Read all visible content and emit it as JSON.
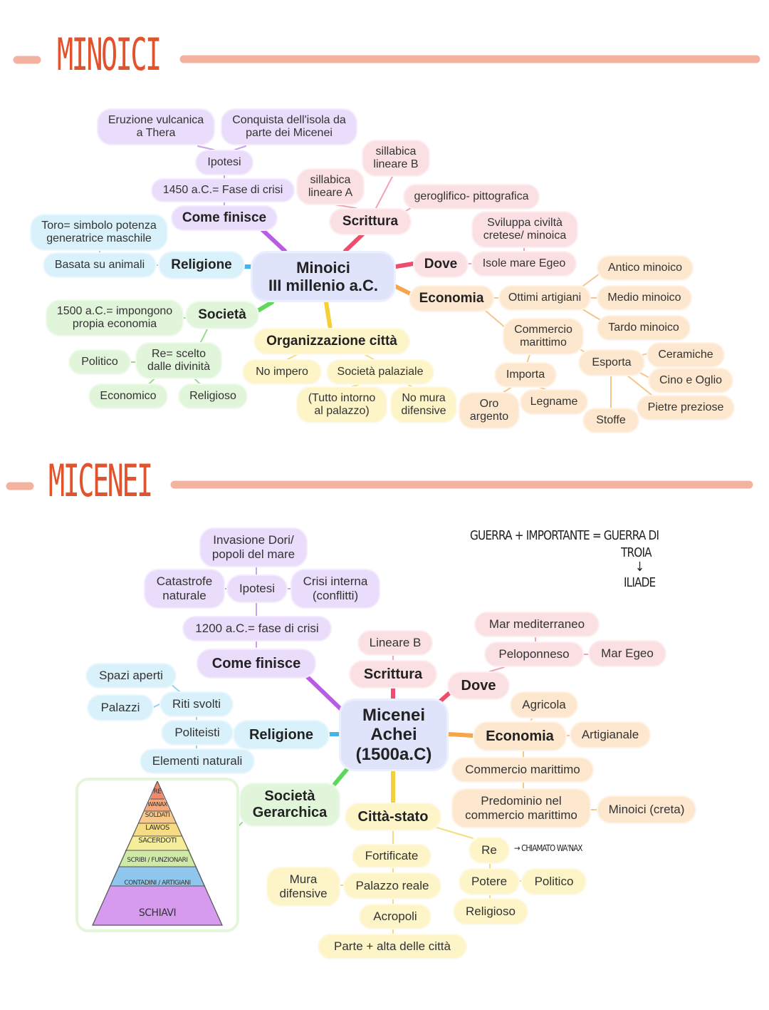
{
  "minoici": {
    "title": "MINOICI",
    "center": "Minoici\nIII millenio a.C.",
    "come_finisce": "Come finisce",
    "fase_crisi": "1450 a.C.= Fase di crisi",
    "ipotesi": "Ipotesi",
    "eruzione": "Eruzione vulcanica\na Thera",
    "conquista": "Conquista dell'isola da\nparte dei Micenei",
    "scrittura": "Scrittura",
    "lineare_a": "sillabica\nlineare A",
    "lineare_b": "sillabica\nlineare B",
    "geroglifico": "geroglifico- pittografica",
    "religione": "Religione",
    "toro": "Toro= simbolo potenza\ngeneratrice maschile",
    "animali": "Basata su animali",
    "societa": "Società",
    "economia_1500": "1500 a.C.= impongono\npropia economia",
    "re_scelto": "Re= scelto\ndalle divinità",
    "politico": "Politico",
    "economico": "Economico",
    "religioso": "Religioso",
    "organizzazione": "Organizzazione città",
    "no_impero": "No impero",
    "societa_palaziale": "Società palaziale",
    "tutto_intorno": "(Tutto intorno\nal palazzo)",
    "no_mura": "No mura\ndifensive",
    "dove": "Dove",
    "sviluppo": "Sviluppa civiltà\ncretese/ minoica",
    "isole": "Isole mare Egeo",
    "economia": "Economia",
    "ottimi": "Ottimi artigiani",
    "antico": "Antico minoico",
    "medio": "Medio minoico",
    "tardo": "Tardo minoico",
    "commercio": "Commercio\nmarittimo",
    "importa": "Importa",
    "oro": "Oro\nargento",
    "legname": "Legname",
    "esporta": "Esporta",
    "ceramiche": "Ceramiche",
    "cino": "Cino e Oglio",
    "pietre": "Pietre preziose",
    "stoffe": "Stoffe"
  },
  "micenei": {
    "title": "MICENEI",
    "center": "Micenei\nAchei\n(1500a.C)",
    "invasione": "Invasione Dori/\npopoli del mare",
    "catastrofe": "Catastrofe\nnaturale",
    "ipotesi": "Ipotesi",
    "crisi_interna": "Crisi interna\n(conflitti)",
    "fase_crisi": "1200 a.C.= fase di crisi",
    "come_finisce": "Come finisce",
    "lineare_b": "Lineare B",
    "scrittura": "Scrittura",
    "mar_mediterraneo": "Mar mediterraneo",
    "peloponneso": "Peloponneso",
    "mar_egeo": "Mar Egeo",
    "dove": "Dove",
    "agricola": "Agricola",
    "artigianale": "Artigianale",
    "economia": "Economia",
    "commercio": "Commercio marittimo",
    "predominio": "Predominio nel\ncommercio marittimo",
    "minoici_creta": "Minoici (creta)",
    "spazi": "Spazi aperti",
    "palazzi": "Palazzi",
    "riti": "Riti svolti",
    "politeisti": "Politeisti",
    "religione": "Religione",
    "elementi": "Elementi naturali",
    "societa": "Società\nGerarchica",
    "citta_stato": "Città-stato",
    "re": "Re",
    "wanax": "→ CHIAMATO WA'NAX",
    "potere": "Potere",
    "politico": "Politico",
    "religioso": "Religioso",
    "fortificate": "Fortificate",
    "palazzo_reale": "Palazzo reale",
    "mura": "Mura\ndifensive",
    "acropoli": "Acropoli",
    "parte_alta": "Parte + alta delle città",
    "note_line1": "GUERRA + IMPORTANTE = GUERRA DI",
    "note_line2": "TROIA",
    "note_arrow": "↓",
    "note_line3": "ILIADE",
    "pyramid": {
      "re": "RE",
      "wanax": "WANAX",
      "soldati": "SOLDATI",
      "lawos": "LAWOS",
      "sacerdoti": "SACERDOTI",
      "scribi": "SCRIBI / FUNZIONARI",
      "contadini": "CONTADINI / ARTIGIANI",
      "schiavi": "SCHIAVI"
    }
  },
  "colors": {
    "title": "#e0532c",
    "title_bar": "#f4b3a1",
    "purple_line": "#b85ce6",
    "pink_line": "#ee4d6d",
    "blue_line": "#3fb6ea",
    "green_line": "#5ed85a",
    "yellow_line": "#f5cf37",
    "orange_line": "#f5a64a"
  }
}
